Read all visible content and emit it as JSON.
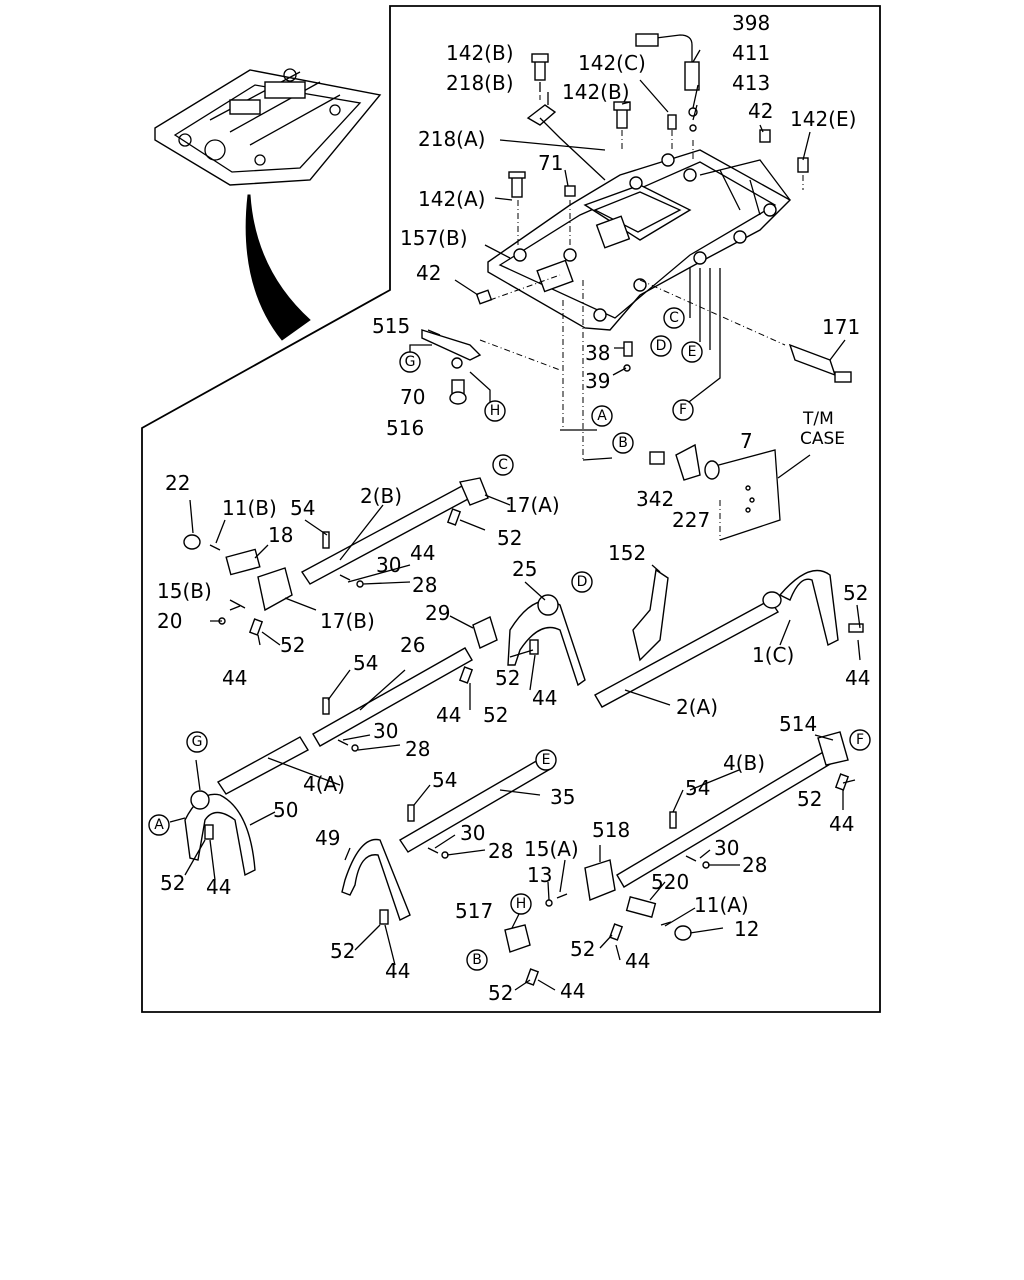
{
  "labels": [
    {
      "id": "398",
      "text": "398"
    },
    {
      "id": "411",
      "text": "411"
    },
    {
      "id": "413",
      "text": "413"
    },
    {
      "id": "42a",
      "text": "42"
    },
    {
      "id": "142E",
      "text": "142(E)"
    },
    {
      "id": "142B1",
      "text": "142(B)"
    },
    {
      "id": "218B",
      "text": "218(B)"
    },
    {
      "id": "142C",
      "text": "142(C)"
    },
    {
      "id": "142B2",
      "text": "142(B)"
    },
    {
      "id": "218A",
      "text": "218(A)"
    },
    {
      "id": "71",
      "text": "71"
    },
    {
      "id": "142A",
      "text": "142(A)"
    },
    {
      "id": "157B",
      "text": "157(B)"
    },
    {
      "id": "42b",
      "text": "42"
    },
    {
      "id": "515",
      "text": "515"
    },
    {
      "id": "70",
      "text": "70"
    },
    {
      "id": "516",
      "text": "516"
    },
    {
      "id": "38",
      "text": "38"
    },
    {
      "id": "39",
      "text": "39"
    },
    {
      "id": "171",
      "text": "171"
    },
    {
      "id": "tm1",
      "text": "T/M"
    },
    {
      "id": "tm2",
      "text": "CASE"
    },
    {
      "id": "7",
      "text": "7"
    },
    {
      "id": "342",
      "text": "342"
    },
    {
      "id": "227",
      "text": "227"
    },
    {
      "id": "22",
      "text": "22"
    },
    {
      "id": "11B",
      "text": "11(B)"
    },
    {
      "id": "54a",
      "text": "54"
    },
    {
      "id": "2B",
      "text": "2(B)"
    },
    {
      "id": "17A",
      "text": "17(A)"
    },
    {
      "id": "18",
      "text": "18"
    },
    {
      "id": "52a",
      "text": "52"
    },
    {
      "id": "44a",
      "text": "44"
    },
    {
      "id": "30a",
      "text": "30"
    },
    {
      "id": "28a",
      "text": "28"
    },
    {
      "id": "15B",
      "text": "15(B)"
    },
    {
      "id": "20",
      "text": "20"
    },
    {
      "id": "17B",
      "text": "17(B)"
    },
    {
      "id": "52b",
      "text": "52"
    },
    {
      "id": "44b",
      "text": "44"
    },
    {
      "id": "152",
      "text": "152"
    },
    {
      "id": "25",
      "text": "25"
    },
    {
      "id": "29",
      "text": "29"
    },
    {
      "id": "52c",
      "text": "52"
    },
    {
      "id": "1C",
      "text": "1(C)"
    },
    {
      "id": "44c",
      "text": "44"
    },
    {
      "id": "52d",
      "text": "52"
    },
    {
      "id": "44d",
      "text": "44"
    },
    {
      "id": "54b",
      "text": "54"
    },
    {
      "id": "26",
      "text": "26"
    },
    {
      "id": "52e",
      "text": "52"
    },
    {
      "id": "44e",
      "text": "44"
    },
    {
      "id": "2A",
      "text": "2(A)"
    },
    {
      "id": "30b",
      "text": "30"
    },
    {
      "id": "28b",
      "text": "28"
    },
    {
      "id": "4A",
      "text": "4(A)"
    },
    {
      "id": "514",
      "text": "514"
    },
    {
      "id": "50",
      "text": "50"
    },
    {
      "id": "54c",
      "text": "54"
    },
    {
      "id": "35",
      "text": "35"
    },
    {
      "id": "4B",
      "text": "4(B)"
    },
    {
      "id": "54d",
      "text": "54"
    },
    {
      "id": "52f",
      "text": "52"
    },
    {
      "id": "44f",
      "text": "44"
    },
    {
      "id": "52g",
      "text": "52"
    },
    {
      "id": "44g",
      "text": "44"
    },
    {
      "id": "49",
      "text": "49"
    },
    {
      "id": "30c",
      "text": "30"
    },
    {
      "id": "28c",
      "text": "28"
    },
    {
      "id": "518",
      "text": "518"
    },
    {
      "id": "15A",
      "text": "15(A)"
    },
    {
      "id": "13",
      "text": "13"
    },
    {
      "id": "30d",
      "text": "30"
    },
    {
      "id": "28d",
      "text": "28"
    },
    {
      "id": "520",
      "text": "520"
    },
    {
      "id": "517",
      "text": "517"
    },
    {
      "id": "11A",
      "text": "11(A)"
    },
    {
      "id": "12",
      "text": "12"
    },
    {
      "id": "52h",
      "text": "52"
    },
    {
      "id": "44h",
      "text": "44"
    },
    {
      "id": "52i",
      "text": "52"
    },
    {
      "id": "44i",
      "text": "44"
    },
    {
      "id": "52j",
      "text": "52"
    },
    {
      "id": "44j",
      "text": "44"
    }
  ],
  "callouts": [
    {
      "id": "C1",
      "text": "C"
    },
    {
      "id": "D1",
      "text": "D"
    },
    {
      "id": "E1",
      "text": "E"
    },
    {
      "id": "F1",
      "text": "F"
    },
    {
      "id": "G1",
      "text": "G"
    },
    {
      "id": "H1",
      "text": "H"
    },
    {
      "id": "A1",
      "text": "A"
    },
    {
      "id": "B1",
      "text": "B"
    },
    {
      "id": "C2",
      "text": "C"
    },
    {
      "id": "D2",
      "text": "D"
    },
    {
      "id": "G2",
      "text": "G"
    },
    {
      "id": "A2",
      "text": "A"
    },
    {
      "id": "E2",
      "text": "E"
    },
    {
      "id": "F2",
      "text": "F"
    },
    {
      "id": "H2",
      "text": "H"
    },
    {
      "id": "B2",
      "text": "B"
    }
  ]
}
